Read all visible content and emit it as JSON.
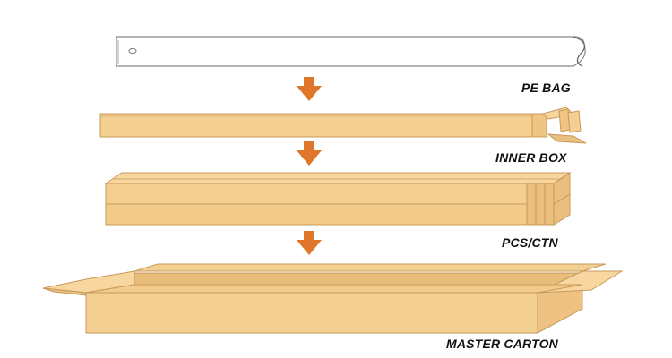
{
  "colors": {
    "cardboard_light": "#F7D6A0",
    "cardboard_mid": "#EFC583",
    "cardboard_dark": "#D9A865",
    "outline": "#B78A4E",
    "arrow": "#E0762A",
    "bag": "#FFFFFF"
  },
  "steps": [
    {
      "label": "PE BAG",
      "item": "pe-bag"
    },
    {
      "label": "INNER BOX",
      "item": "inner-box"
    },
    {
      "label": "PCS/CTN",
      "item": "bundle-of-boxes"
    },
    {
      "label": "MASTER CARTON",
      "item": "master-carton"
    }
  ],
  "arrow_icon": "down-arrow-icon"
}
